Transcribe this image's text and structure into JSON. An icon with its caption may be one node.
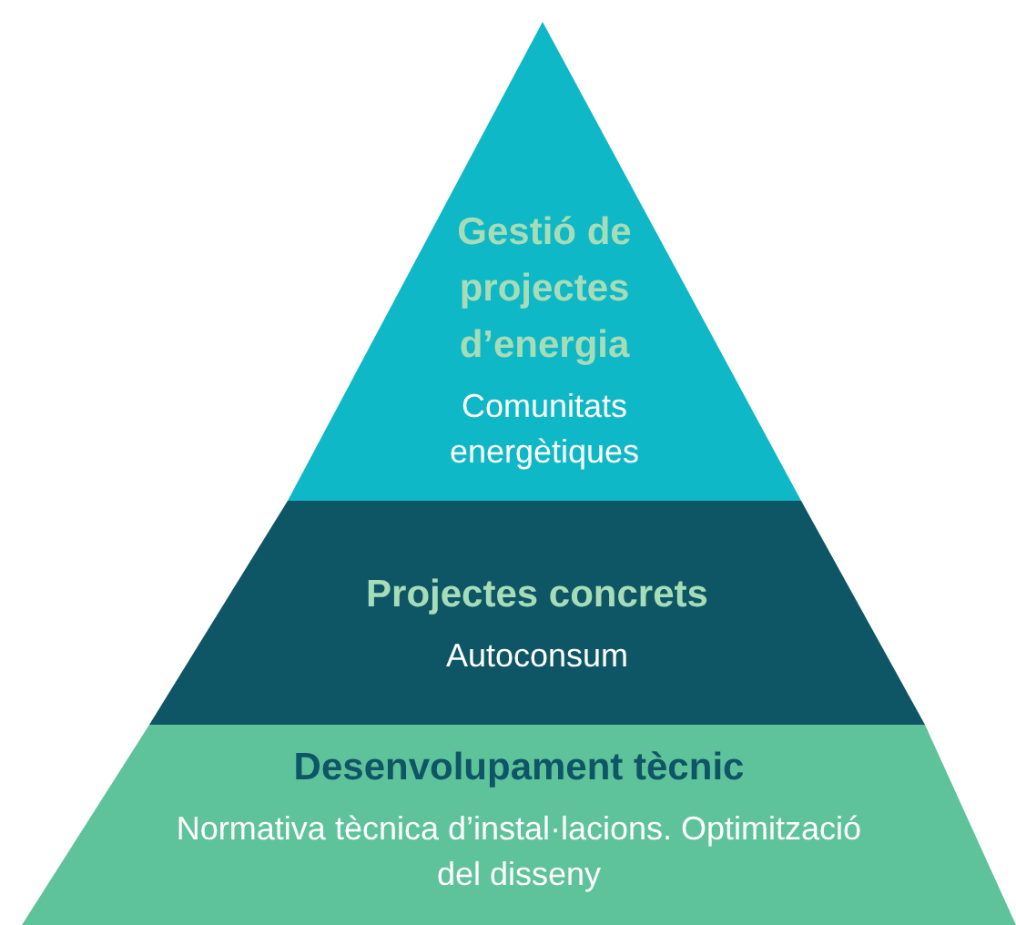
{
  "diagram": {
    "nodes": [
      {
        "text": [
          "Gestió de projectes d’energia",
          "Comunitats energètiques"
        ]
      },
      {
        "text": [
          "Projectes concrets",
          "Autoconsum"
        ]
      },
      {
        "text": [
          "Desenvolupament tècnic",
          "Normativa tècnica d’instal·lacions. Optimització del disseny"
        ]
      }
    ],
    "edges": []
  }
}
